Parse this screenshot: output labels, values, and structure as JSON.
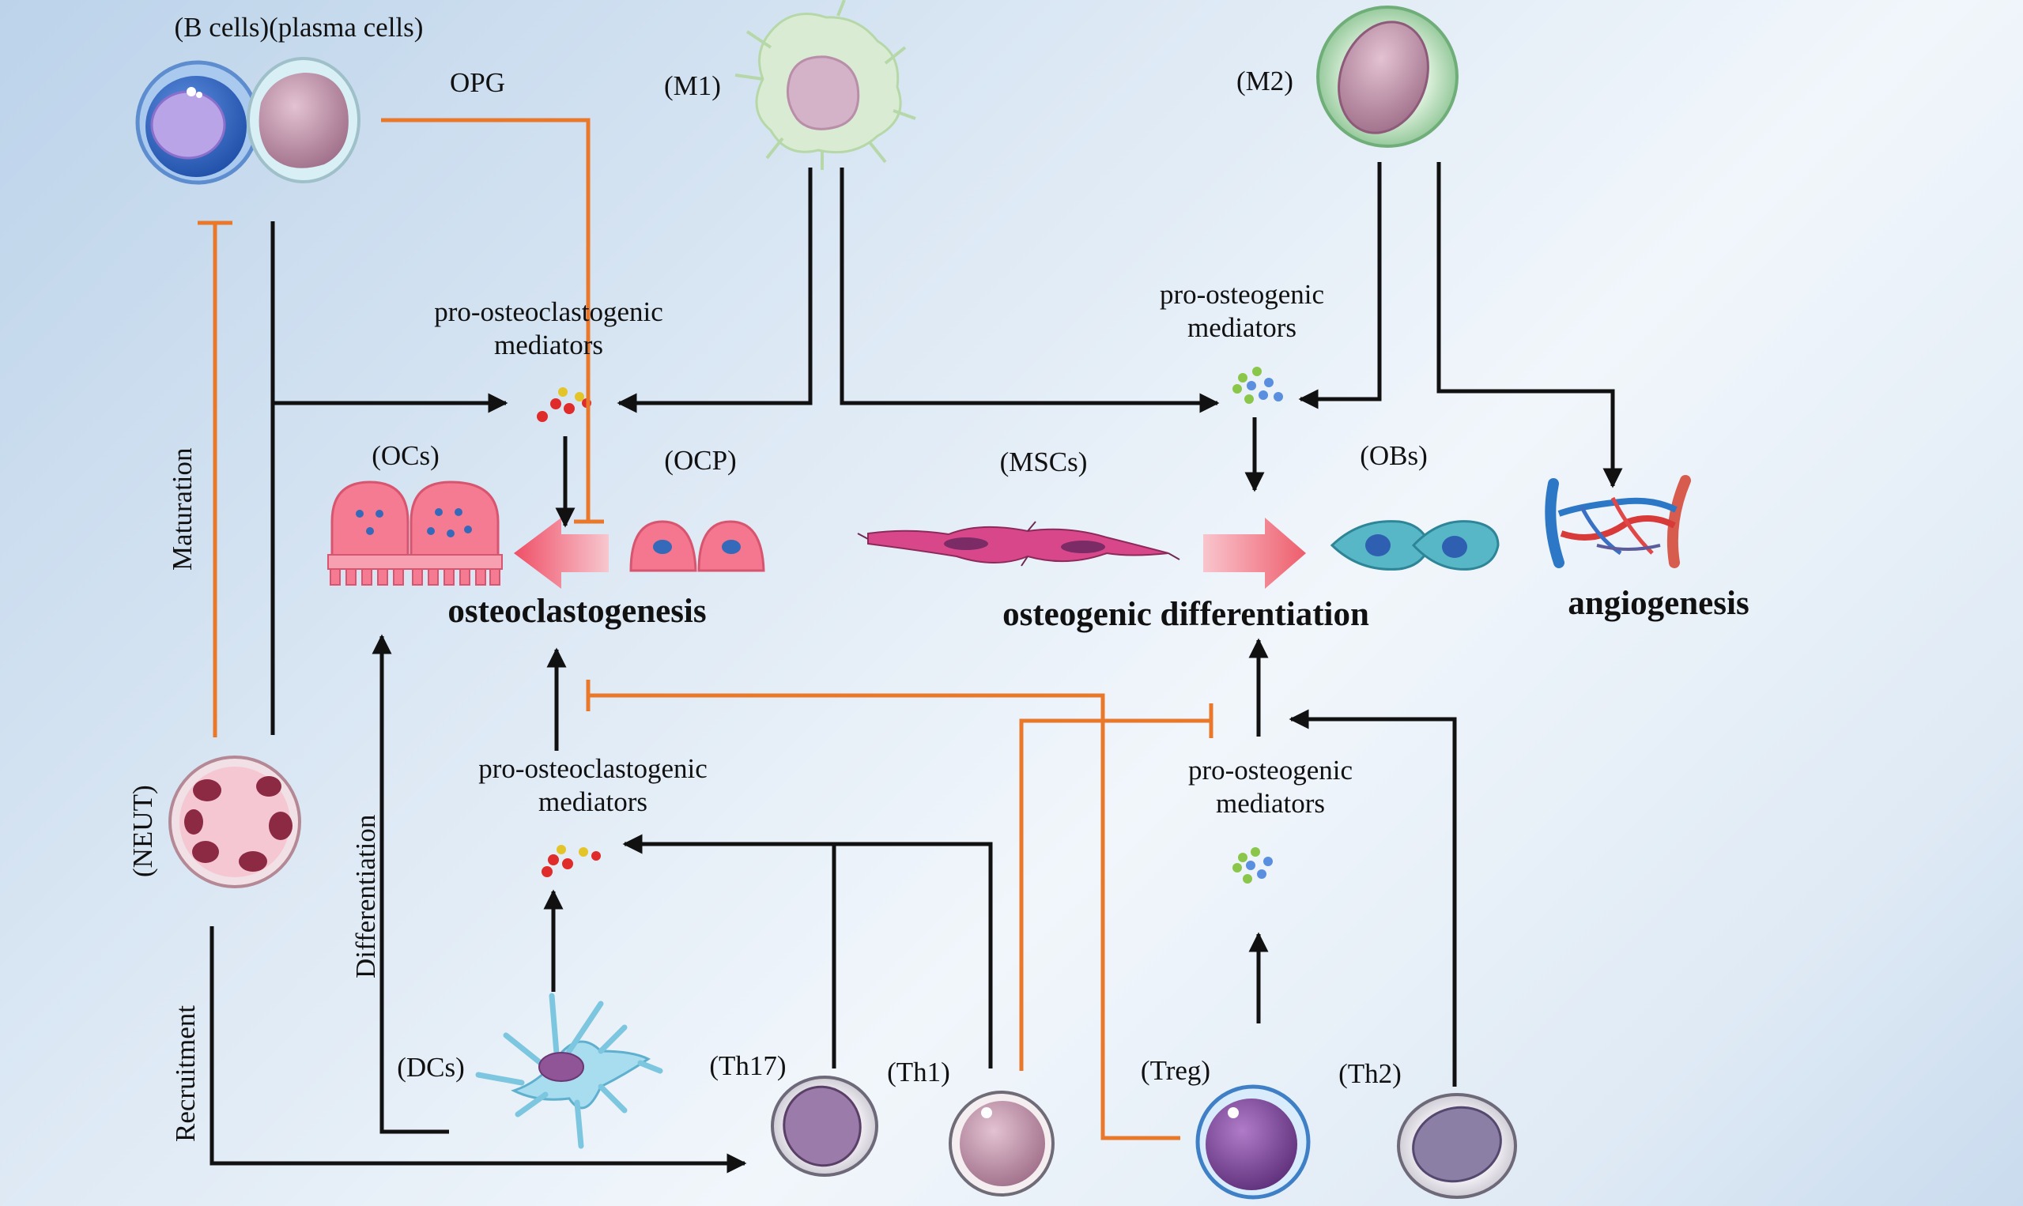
{
  "cells": {
    "b_plasma": "(B cells)(plasma cells)",
    "m1": "(M1)",
    "m2": "(M2)",
    "ocs": "(OCs)",
    "ocp": "(OCP)",
    "mscs": "(MSCs)",
    "obs": "(OBs)",
    "neut": "(NEUT)",
    "dcs": "(DCs)",
    "th17": "(Th17)",
    "th1": "(Th1)",
    "treg": "(Treg)",
    "th2": "(Th2)"
  },
  "mediators": {
    "osteoclastogenic_top": "pro-osteoclastogenic mediators",
    "osteogenic_top": "pro-osteogenic mediators",
    "osteoclastogenic_bottom": "pro-osteoclastogenic mediators",
    "osteogenic_bottom": "pro-osteogenic mediators"
  },
  "signals": {
    "opg": "OPG",
    "maturation": "Maturation",
    "differentiation": "Differentiation",
    "recruitment": "Recruitment"
  },
  "processes": {
    "osteoclastogenesis": "osteoclastogenesis",
    "osteogenic": "osteogenic differentiation",
    "angiogenesis": "angiogenesis"
  },
  "colors": {
    "activation": "#111111",
    "inhibition": "#e9782b",
    "osteoclast": "#ef5b79",
    "nucleus_blue": "#3569b9",
    "osteoblast": "#58b7c6"
  }
}
